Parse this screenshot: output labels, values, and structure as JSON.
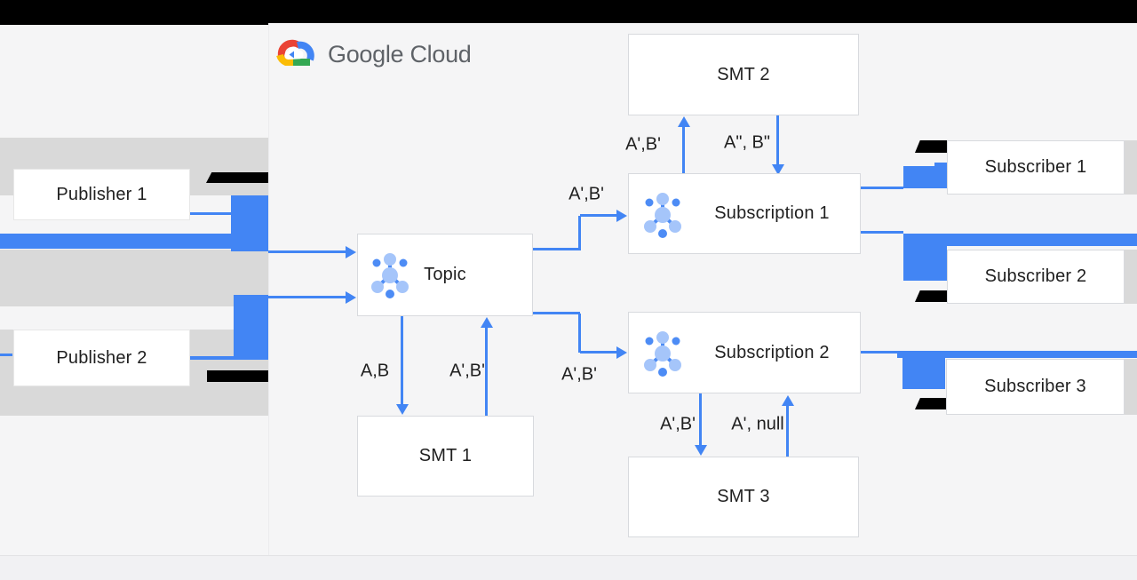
{
  "logo": {
    "text": "Google Cloud"
  },
  "nodes": {
    "publisher1": "Publisher 1",
    "publisher2": "Publisher 2",
    "topic": "Topic",
    "smt1": "SMT 1",
    "smt2": "SMT 2",
    "smt3": "SMT 3",
    "subscription1": "Subscription 1",
    "subscription2": "Subscription 2",
    "subscriber1": "Subscriber 1",
    "subscriber2": "Subscriber 2",
    "subscriber3": "Subscriber 3"
  },
  "edge_labels": {
    "topic_to_subscription1": "A',B'",
    "subscription1_to_smt2": "A',B'",
    "smt2_to_subscription1": "A\", B\"",
    "topic_to_smt1": "A,B",
    "smt1_to_topic": "A',B'",
    "topic_to_subscription2": "A',B'",
    "subscription2_to_smt3": "A',B'",
    "smt3_to_subscription2": "A', null"
  },
  "colors": {
    "accent-blue": "#4285f4",
    "icon-blue-light": "#a5c5fa",
    "icon-blue-dark": "#4d8cf5",
    "band-gray": "#d9d9d9",
    "redaction-black": "#000000",
    "bg": "#f5f5f6",
    "footer-bg": "#f1f1f3",
    "box-border": "#d8dade",
    "text": "#1f1f1f",
    "logo-text-color": "#5f6368",
    "logo-red": "#ea4335",
    "logo-green": "#34a853",
    "logo-yellow": "#fbbc05"
  }
}
